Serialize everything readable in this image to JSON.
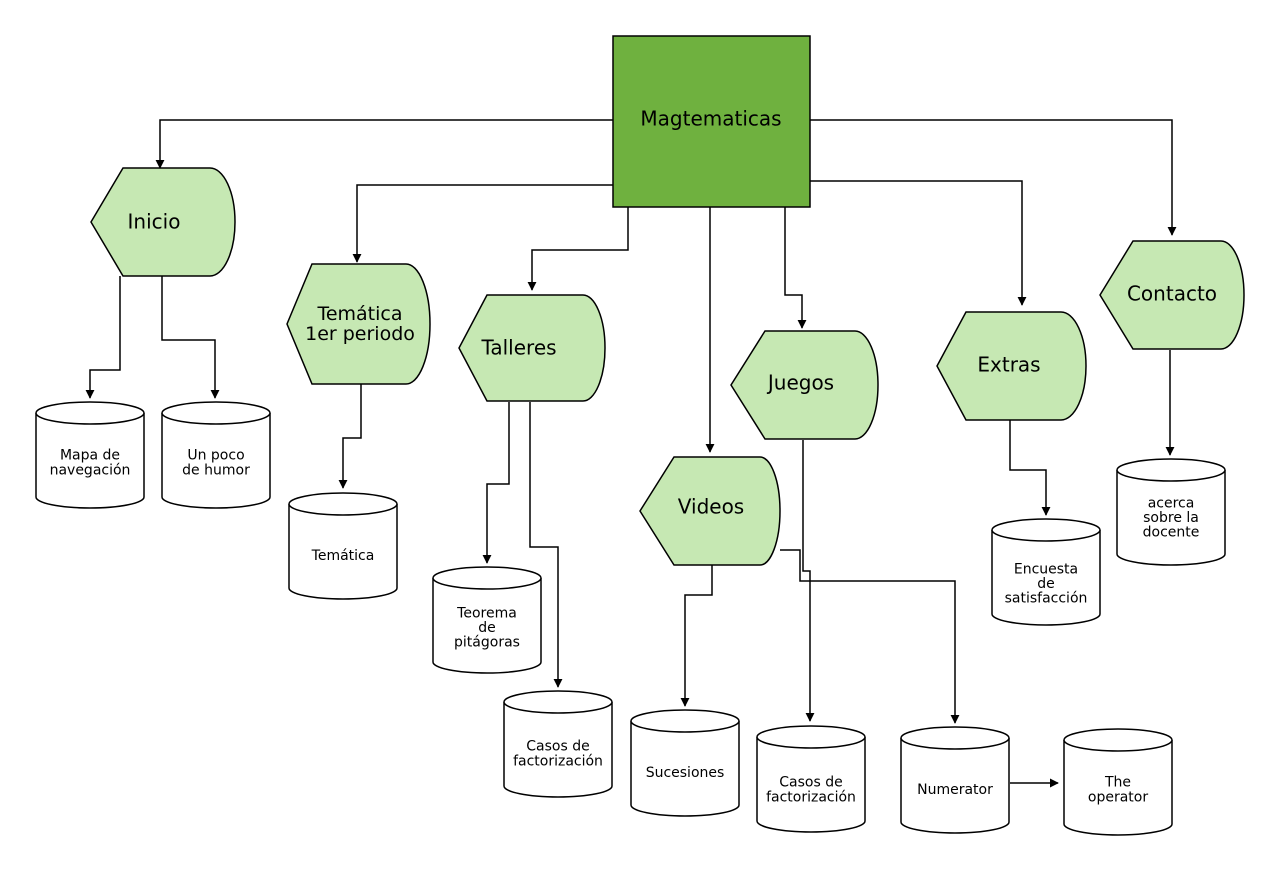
{
  "colors": {
    "root_fill": "#6fb13f",
    "section_fill": "#c6e8b3",
    "item_fill": "#ffffff",
    "line": "#000000"
  },
  "root": {
    "label": "Magtematicas"
  },
  "sections": {
    "inicio": {
      "label": "Inicio"
    },
    "tematica": {
      "label": "Temática\n1er periodo"
    },
    "talleres": {
      "label": "Talleres"
    },
    "videos": {
      "label": "Videos"
    },
    "juegos": {
      "label": "Juegos"
    },
    "extras": {
      "label": "Extras"
    },
    "contacto": {
      "label": "Contacto"
    }
  },
  "items": {
    "mapa": {
      "label": "Mapa de\nnavegación"
    },
    "humor": {
      "label": "Un poco\nde humor"
    },
    "tematica": {
      "label": "Temática"
    },
    "teorema": {
      "label": "Teorema\nde\npitágoras"
    },
    "casos_talleres": {
      "label": "Casos de\nfactorización"
    },
    "sucesiones": {
      "label": "Sucesiones"
    },
    "casos_juegos": {
      "label": "Casos de\nfactorización"
    },
    "numerator": {
      "label": "Numerator"
    },
    "operator": {
      "label": "The\noperator"
    },
    "encuesta": {
      "label": "Encuesta\nde\nsatisfacción"
    },
    "acerca": {
      "label": "acerca\nsobre la\ndocente"
    }
  }
}
